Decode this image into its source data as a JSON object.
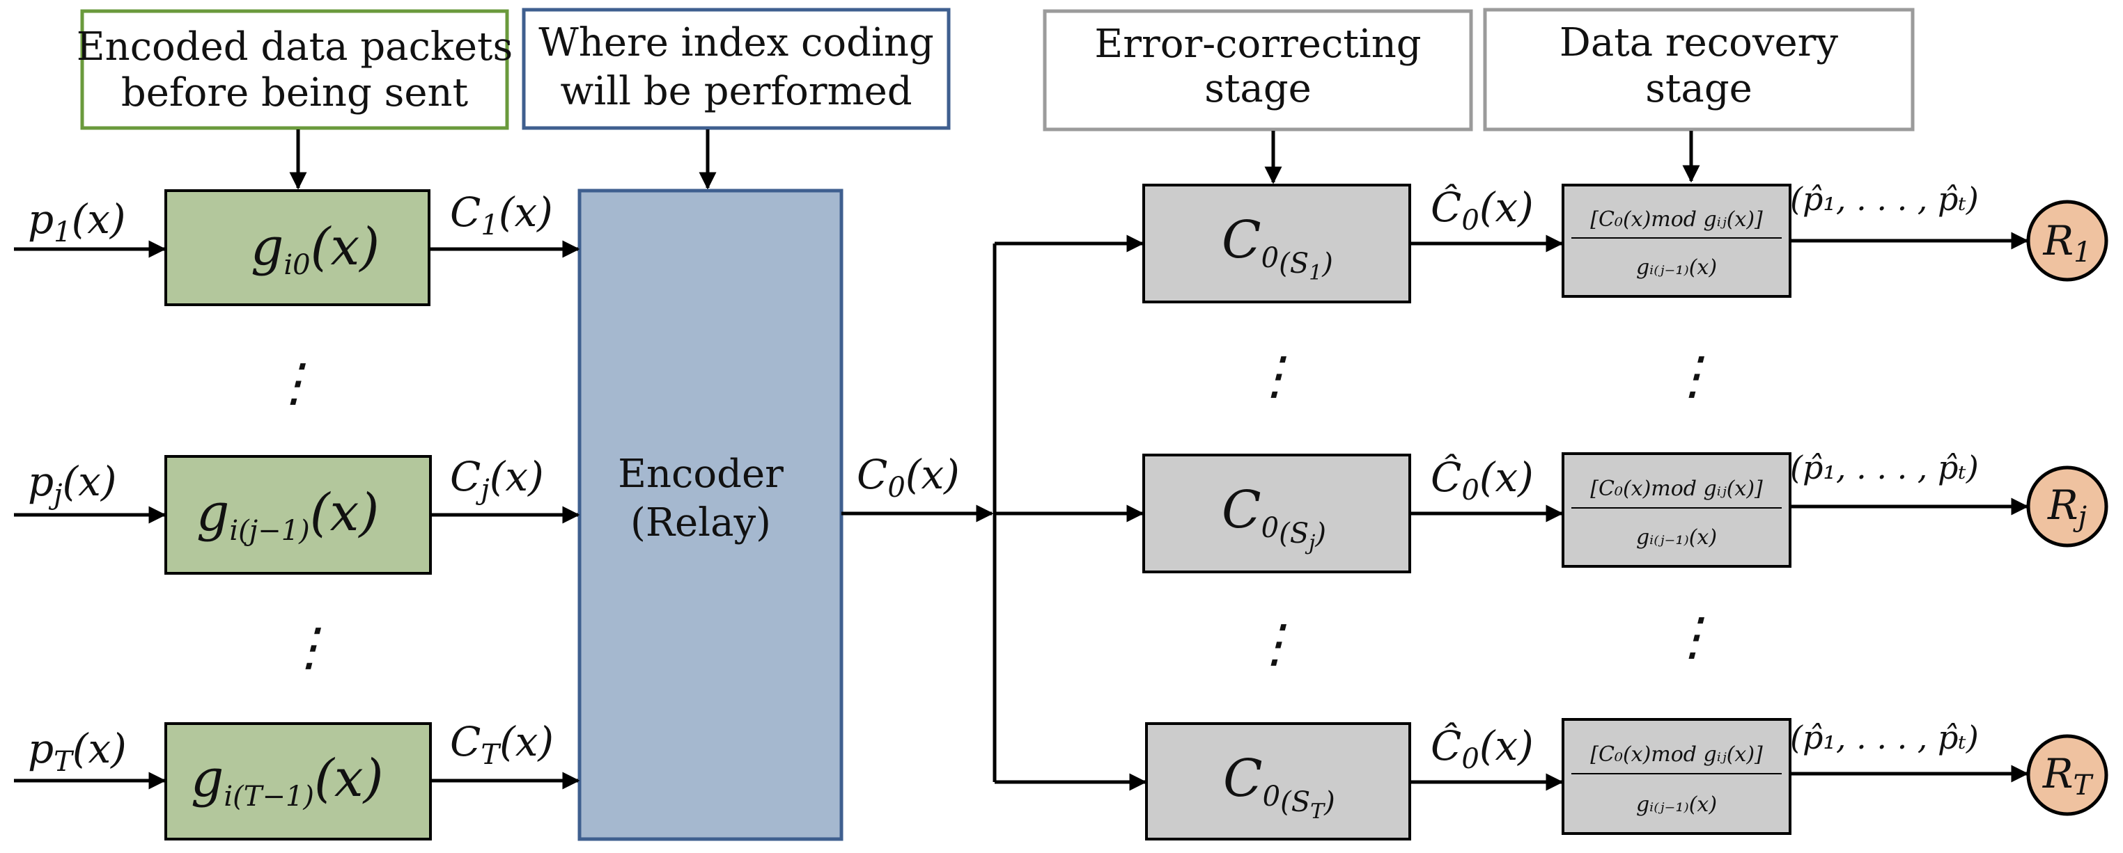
{
  "labels": {
    "encoded_packets_line1": "Encoded data packets",
    "encoded_packets_line2": "before being sent",
    "index_coding_line1": "Where index coding",
    "index_coding_line2": "will be performed",
    "error_correcting_line1": "Error-correcting",
    "error_correcting_line2": "stage",
    "data_recovery_line1": "Data recovery",
    "data_recovery_line2": "stage"
  },
  "encoder": {
    "line1": "Encoder",
    "line2": "(Relay)"
  },
  "inputs": [
    {
      "p": "p",
      "sub": "1",
      "arg": "(x)",
      "g_sub": "i0",
      "c": "C",
      "c_sub": "1"
    },
    {
      "p": "p",
      "sub": "j",
      "arg": "(x)",
      "g_sub": "i(j−1)",
      "c": "C",
      "c_sub": "j"
    },
    {
      "p": "p",
      "sub": "T",
      "arg": "(x)",
      "g_sub": "i(T−1)",
      "c": "C",
      "c_sub": "T"
    }
  ],
  "encoder_output": {
    "c": "C",
    "sub": "0",
    "arg": "(x)"
  },
  "rows": [
    {
      "dec_sub": "S",
      "dec_subsub": "1",
      "chat": "Ĉ",
      "chat_sub": "0",
      "recv": "R",
      "recv_sub": "1"
    },
    {
      "dec_sub": "S",
      "dec_subsub": "j",
      "chat": "Ĉ",
      "chat_sub": "0",
      "recv": "R",
      "recv_sub": "j"
    },
    {
      "dec_sub": "S",
      "dec_subsub": "T",
      "chat": "Ĉ",
      "chat_sub": "0",
      "recv": "R",
      "recv_sub": "T"
    }
  ],
  "recovery_formula": {
    "numerator": "[C₀(x)mod gᵢⱼ(x)]",
    "denominator": "gᵢ₍ⱼ₋₁₎(x)"
  },
  "recovered_output": "(p̂₁, . . . , p̂ₜ)",
  "colors": {
    "green_box": "#b3c79c",
    "green_border": "#6a9a3c",
    "blue_box": "#a5b8cf",
    "blue_border": "#3f5f8f",
    "gray_box": "#cccccc",
    "gray_border": "#9b9b9b",
    "receiver": "#efc2a0"
  }
}
